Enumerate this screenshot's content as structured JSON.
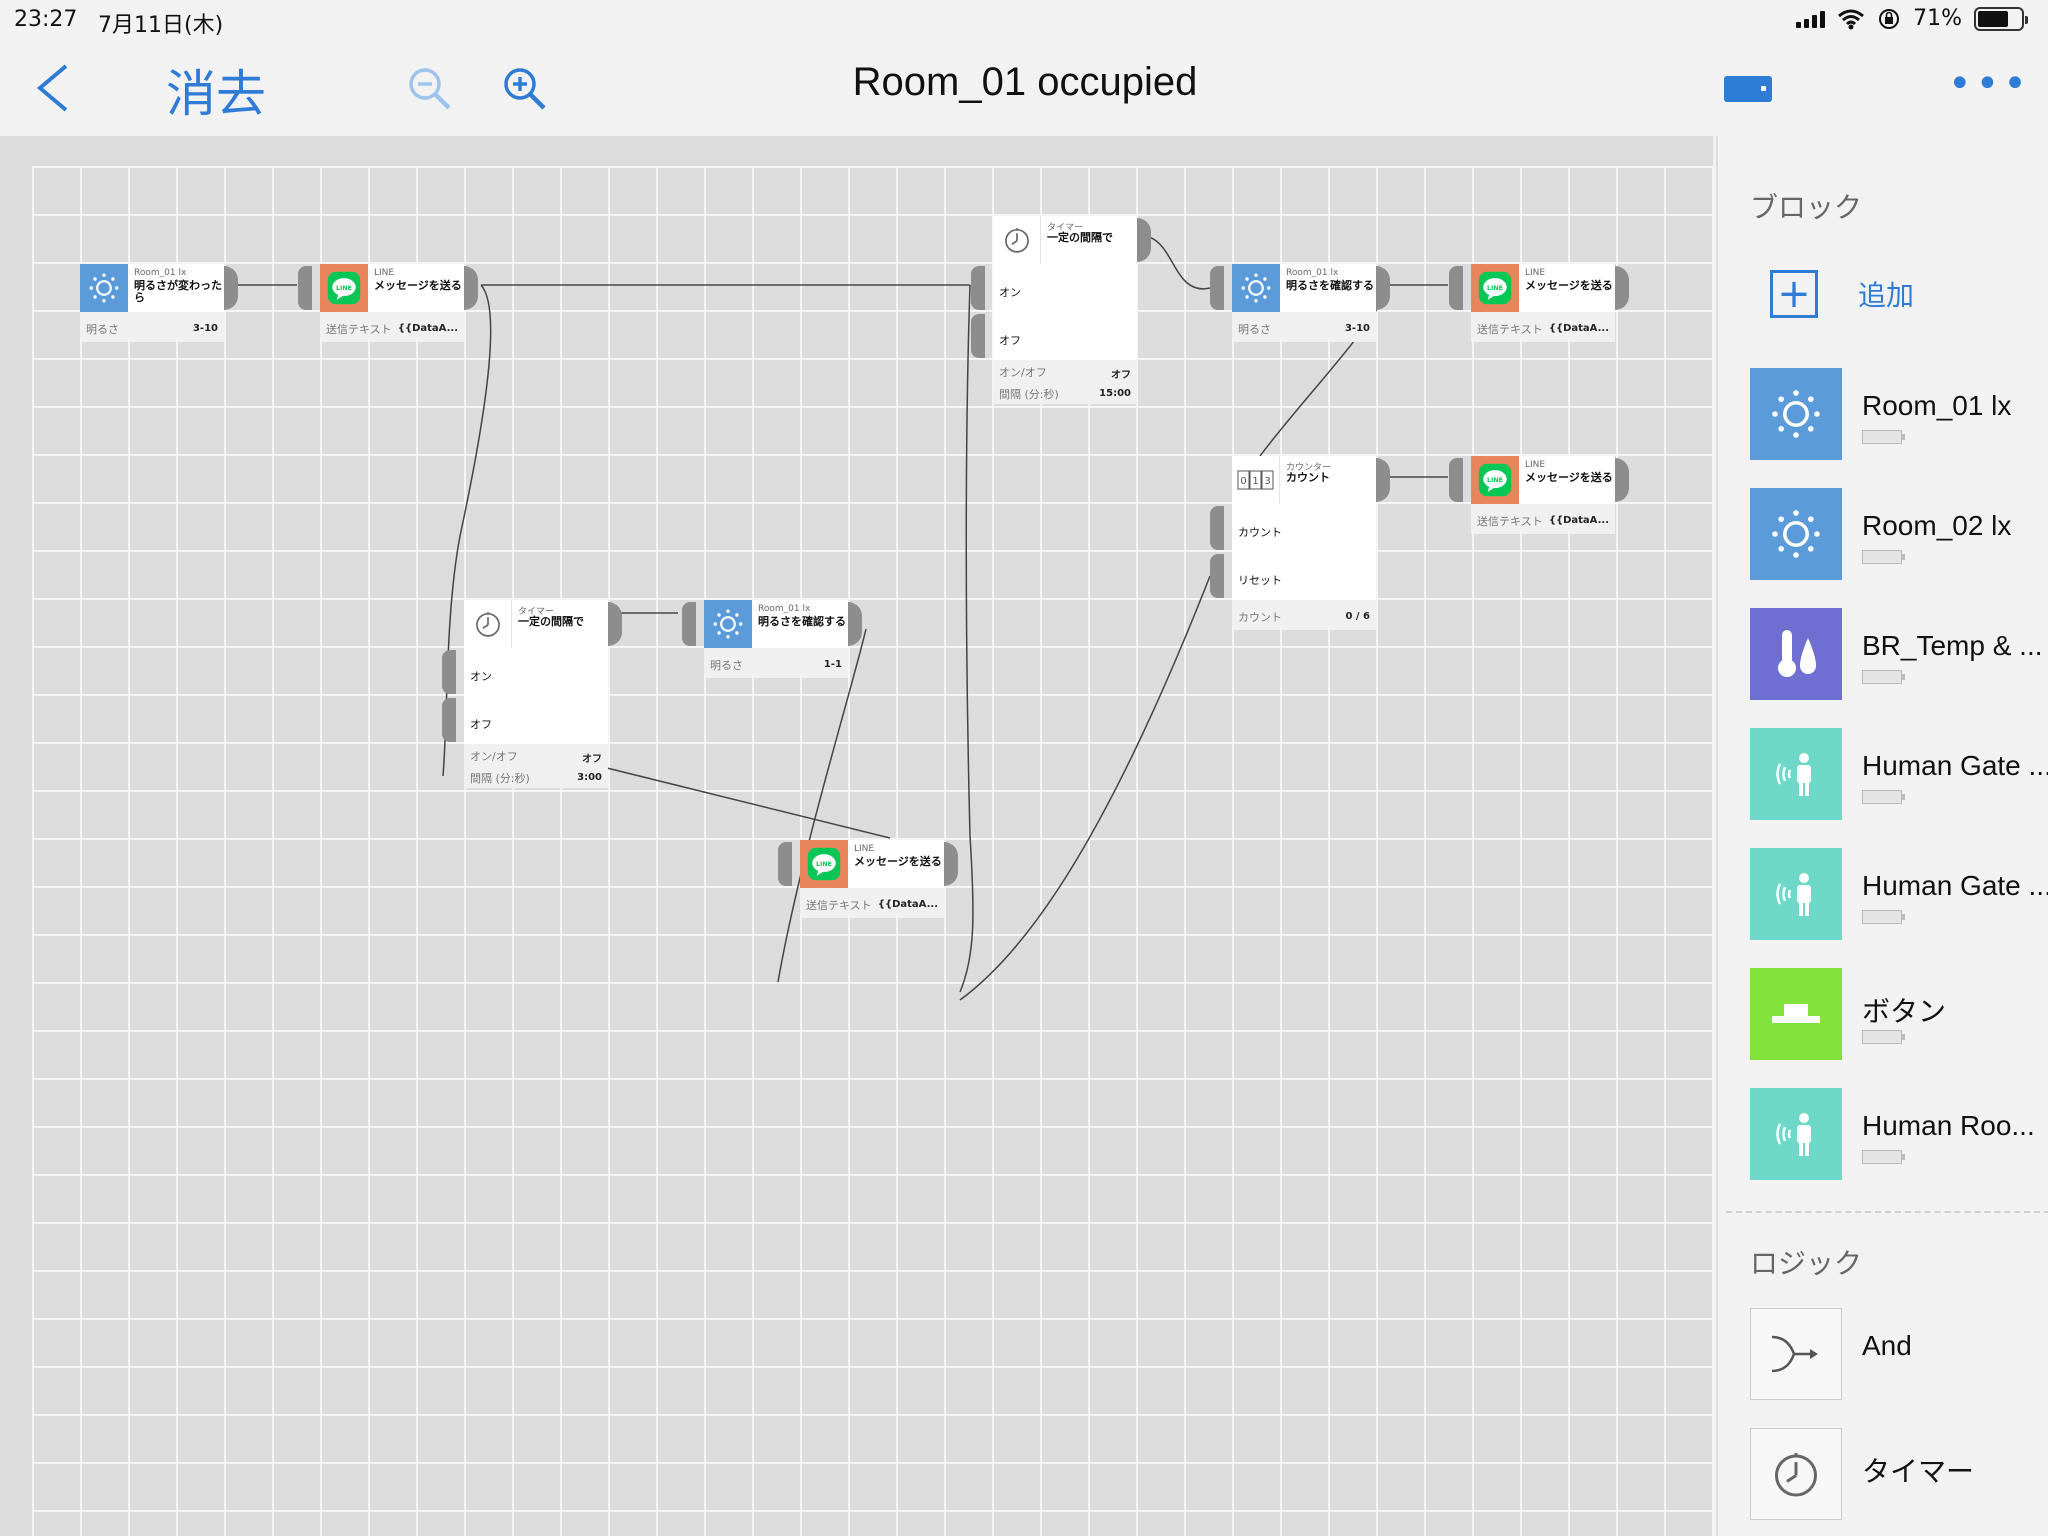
{
  "status": {
    "time": "23:27",
    "date": "7月11日(木)",
    "battery": "71%"
  },
  "nav": {
    "clear_label": "消去",
    "title": "Room_01 occupied"
  },
  "blocks": {
    "b1": {
      "small": "Room_01 lx",
      "name": "明るさが変わったら",
      "k": "明るさ",
      "v": "3-10"
    },
    "b2": {
      "small": "LINE",
      "name": "メッセージを送る",
      "k": "送信テキスト",
      "v": "{{DataA..."
    },
    "b3": {
      "small": "タイマー",
      "name": "一定の間隔で",
      "on": "オン",
      "off": "オフ",
      "k1": "オン/オフ",
      "v1": "オフ",
      "k2": "間隔 (分:秒)",
      "v2": "15:00"
    },
    "b4": {
      "small": "Room_01 lx",
      "name": "明るさを確認する",
      "k": "明るさ",
      "v": "3-10"
    },
    "b5": {
      "small": "LINE",
      "name": "メッセージを送る",
      "k": "送信テキスト",
      "v": "{{DataA..."
    },
    "b6": {
      "small": "カウンター",
      "name": "カウント",
      "r1": "カウント",
      "r2": "リセット",
      "k": "カウント",
      "v": "0 / 6"
    },
    "b7": {
      "small": "LINE",
      "name": "メッセージを送る",
      "k": "送信テキスト",
      "v": "{{DataA..."
    },
    "b8": {
      "small": "タイマー",
      "name": "一定の間隔で",
      "on": "オン",
      "off": "オフ",
      "k1": "オン/オフ",
      "v1": "オフ",
      "k2": "間隔 (分:秒)",
      "v2": "3:00"
    },
    "b9": {
      "small": "Room_01 lx",
      "name": "明るさを確認する",
      "k": "明るさ",
      "v": "1-1"
    },
    "b10": {
      "small": "LINE",
      "name": "メッセージを送る",
      "k": "送信テキスト",
      "v": "{{DataA..."
    }
  },
  "sidebar": {
    "blocks_title": "ブロック",
    "add_label": "追加",
    "items": [
      {
        "label": "Room_01 lx",
        "icon": "sun-icon"
      },
      {
        "label": "Room_02 lx",
        "icon": "sun-icon"
      },
      {
        "label": "BR_Temp & ...",
        "icon": "thermometer-icon"
      },
      {
        "label": "Human Gate ...",
        "icon": "human-sensor-icon"
      },
      {
        "label": "Human Gate ...",
        "icon": "human-sensor-icon"
      },
      {
        "label": "ボタン",
        "icon": "button-icon"
      },
      {
        "label": "Human Roo...",
        "icon": "human-sensor-icon"
      }
    ],
    "logic_title": "ロジック",
    "logic_items": [
      {
        "label": "And",
        "icon": "and-icon"
      },
      {
        "label": "タイマー",
        "icon": "timer-icon"
      }
    ]
  },
  "colors": {
    "accent": "#2f7cd6",
    "sensor_blue": "#5b9bd9",
    "line_orange": "#e8855d",
    "line_green": "#06c755",
    "human_teal": "#6ed9c9",
    "button_green": "#82e23a",
    "temp_purple": "#6f6fd1",
    "port_gray": "#8d8d8d"
  }
}
